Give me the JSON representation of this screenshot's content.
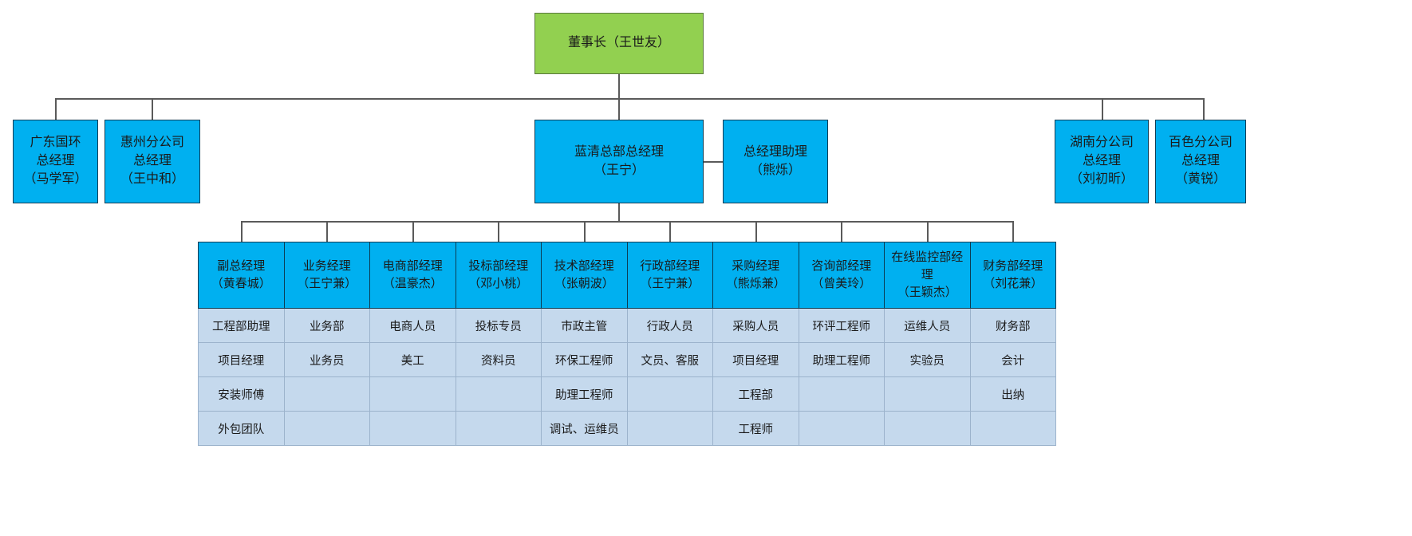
{
  "chart": {
    "type": "org-chart",
    "title": "",
    "colors": {
      "chairman_fill": "#92d050",
      "chairman_border": "#5b7a3e",
      "manager_fill": "#00b0f0",
      "manager_border": "#0b3d55",
      "staff_fill": "#c5d9ed",
      "staff_border": "#9cb3cc",
      "connector": "#5a5a5a",
      "background": "#ffffff"
    }
  },
  "top": {
    "chairman": "董事长（王世友）"
  },
  "level2": {
    "left": [
      "广东国环\n总经理\n（马学军）",
      "惠州分公司\n总经理\n（王中和）"
    ],
    "center": "蓝清总部总经理\n（王宁）",
    "assistant": "总经理助理\n（熊烁）",
    "right": [
      "湖南分公司\n总经理\n（刘初昕）",
      "百色分公司\n总经理\n（黄锐）"
    ]
  },
  "departments": {
    "headers": [
      "副总经理\n（黄春城）",
      "业务经理\n（王宁兼）",
      "电商部经理\n（温豪杰）",
      "投标部经理\n（邓小桃）",
      "技术部经理\n（张朝波）",
      "行政部经理\n（王宁兼）",
      "采购经理\n（熊烁兼）",
      "咨询部经理\n（曾美玲）",
      "在线监控部经理\n（王颖杰）",
      "财务部经理\n（刘花兼）"
    ],
    "rows": [
      [
        "工程部助理",
        "业务部",
        "电商人员",
        "投标专员",
        "市政主管",
        "行政人员",
        "采购人员",
        "环评工程师",
        "运维人员",
        "财务部"
      ],
      [
        "项目经理",
        "业务员",
        "美工",
        "资料员",
        "环保工程师",
        "文员、客服",
        "项目经理",
        "助理工程师",
        "实验员",
        "会计"
      ],
      [
        "安装师傅",
        "",
        "",
        "",
        "助理工程师",
        "",
        "工程部",
        "",
        "",
        "出纳"
      ],
      [
        "外包团队",
        "",
        "",
        "",
        "调试、运维员",
        "",
        "工程师",
        "",
        "",
        ""
      ]
    ]
  }
}
